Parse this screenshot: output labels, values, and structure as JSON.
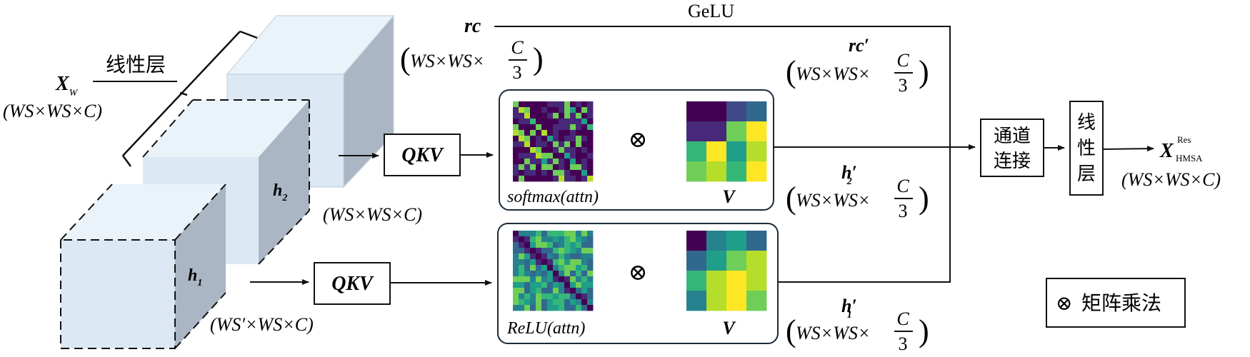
{
  "colors": {
    "cube_front": "#dce8f4",
    "cube_top": "#eaf2fa",
    "cube_side": "#aab6c4",
    "viridis": [
      "#440154",
      "#482878",
      "#3e4a89",
      "#31688e",
      "#26828e",
      "#1f9e89",
      "#35b779",
      "#6ece58",
      "#b5de2b",
      "#fde725"
    ]
  },
  "input": {
    "x_symbol": "X",
    "x_sub": "W",
    "shape": "(WS×WS×C)",
    "linear_layer": "线性层"
  },
  "heads": {
    "h2": "h",
    "h2_sub": "2",
    "h1": "h",
    "h1_sub": "1",
    "h2_shape": "(WS×WS×C)",
    "h1_shape": "(WS′×WS×C)"
  },
  "residual": {
    "label": "rc",
    "shape_a": "WS×WS×",
    "frac_num": "C",
    "frac_den": "3",
    "activation": "GeLU",
    "out_label": "rc′"
  },
  "branch_top": {
    "qkv": "QKV",
    "attn_caption": "softmax(attn)",
    "v_caption": "V",
    "out_label": "h′",
    "out_sub": "2"
  },
  "branch_bottom": {
    "qkv": "QKV",
    "attn_caption": "ReLU(attn)",
    "v_caption": "V",
    "out_label": "h′",
    "out_sub": "1"
  },
  "concat": {
    "line1": "通道",
    "line2": "连接"
  },
  "linear_out": {
    "l1": "线",
    "l2": "性",
    "l3": "层"
  },
  "output": {
    "symbol": "X",
    "sup": "Res",
    "sub": "HMSA",
    "shape": "(WS×WS×C)"
  },
  "legend": {
    "symbol": "⊗",
    "label": "矩阵乘法"
  },
  "matmul_symbol": "⊗"
}
